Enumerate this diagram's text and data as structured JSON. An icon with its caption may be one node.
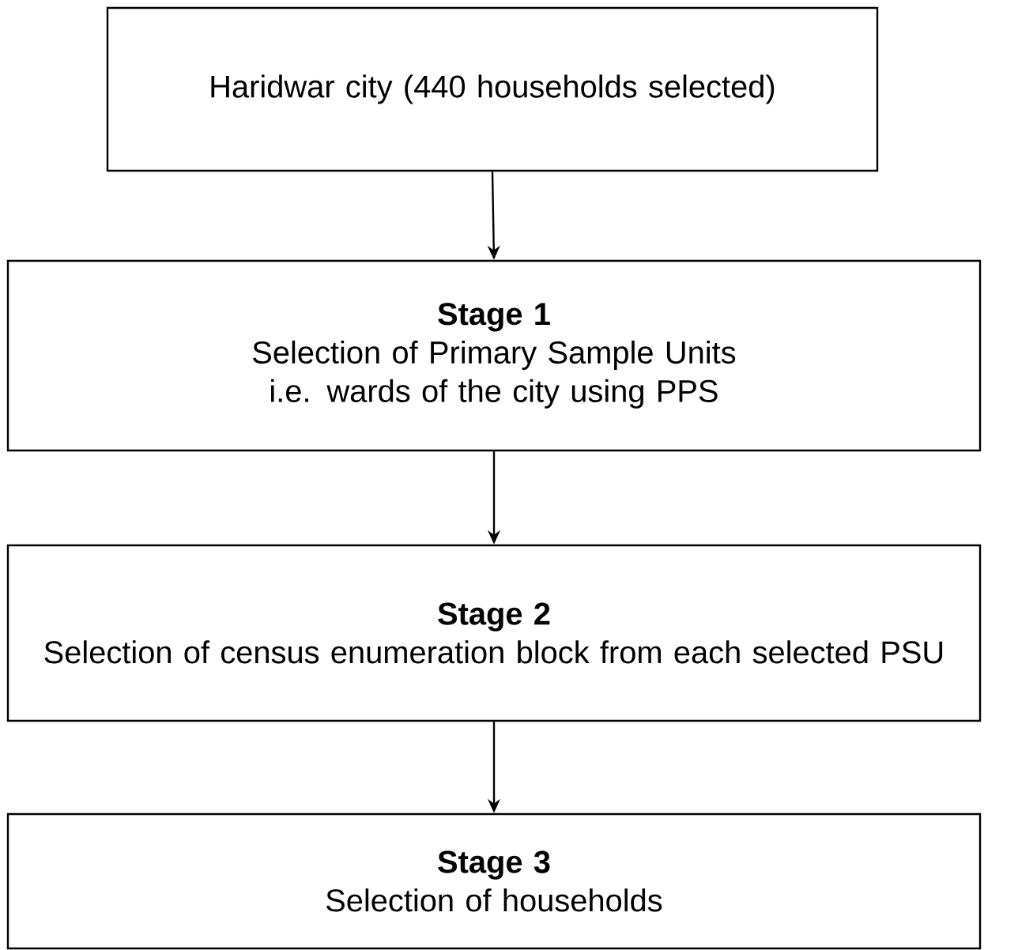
{
  "diagram": {
    "nodes": [
      {
        "text": [
          "Haridwar city (440 households selected)"
        ]
      },
      {
        "text": [
          "Stage 1",
          "Selection of Primary Sample Units i.e. wards of the city using PPS"
        ]
      },
      {
        "text": [
          "Stage 2",
          "Selection of census enumeration block from each selected PSU"
        ]
      },
      {
        "text": [
          "Stage 3",
          "Selection of households"
        ]
      }
    ],
    "edges": [
      {
        "from": 0,
        "to": 1,
        "arrow": "to"
      },
      {
        "from": 1,
        "to": 2,
        "arrow": "to"
      },
      {
        "from": 2,
        "to": 3,
        "arrow": "to"
      }
    ]
  }
}
